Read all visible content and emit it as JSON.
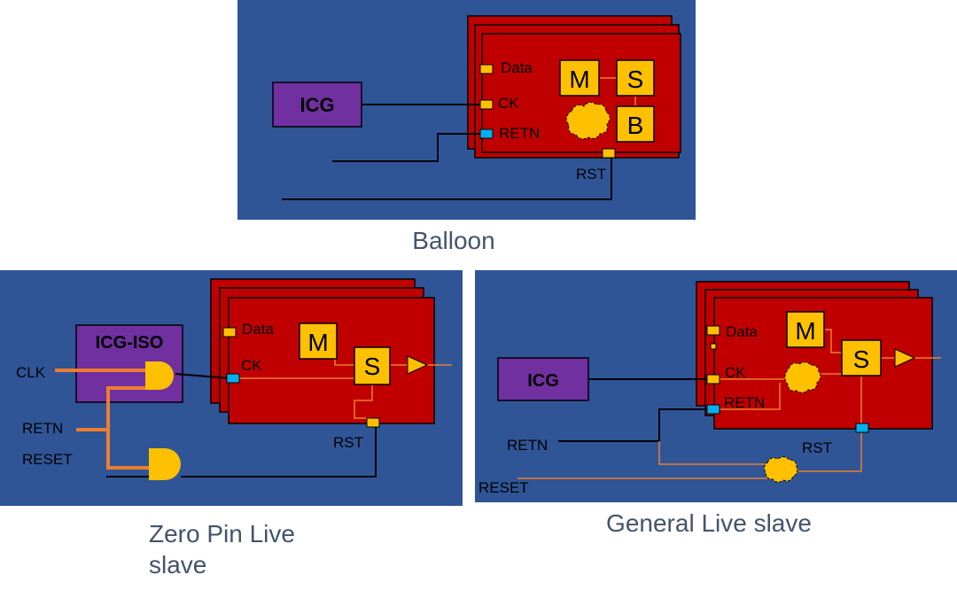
{
  "colors": {
    "panel": "#2f5597",
    "reg": "#c00000",
    "icg": "#7030a0",
    "pin_yellow": "#ffc000",
    "pin_blue": "#00b0f0",
    "wire_orange": "#ed7d31",
    "caption": "#44546a"
  },
  "balloon": {
    "caption": "Balloon",
    "icg": "ICG",
    "pins": {
      "data": "Data",
      "ck": "CK",
      "retn": "RETN",
      "rst": "RST"
    },
    "blocks": {
      "m": "M",
      "s": "S",
      "b": "B"
    }
  },
  "zero_pin": {
    "caption_line1": "Zero Pin Live",
    "caption_line2": "slave",
    "icg": "ICG-ISO",
    "inputs": {
      "clk": "CLK",
      "retn": "RETN",
      "reset": "RESET"
    },
    "pins": {
      "data": "Data",
      "ck": "CK",
      "rst": "RST"
    },
    "blocks": {
      "m": "M",
      "s": "S"
    }
  },
  "general": {
    "caption": "General Live slave",
    "icg": "ICG",
    "inputs": {
      "retn": "RETN",
      "reset": "RESET"
    },
    "pins": {
      "data": "Data",
      "ck": "CK",
      "retn": "RETN",
      "rst": "RST"
    },
    "blocks": {
      "m": "M",
      "s": "S"
    }
  }
}
